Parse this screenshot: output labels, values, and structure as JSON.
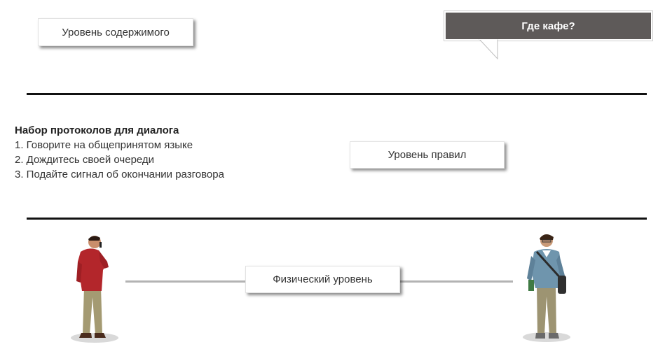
{
  "layers": {
    "content": "Уровень содержимого",
    "rules": "Уровень правил",
    "physical": "Физический уровень"
  },
  "speech_bubble": {
    "text": "Где кафе?"
  },
  "protocols": {
    "title": "Набор протоколов для диалога",
    "items": [
      "1. Говорите на общепринятом языке",
      "2. Дождитесь своей очереди",
      "3. Подайте сигнал об окончании разговора"
    ]
  },
  "colors": {
    "divider": "#111111",
    "bubble_fill": "#5e5a59",
    "link_line": "#b3b3b3",
    "left_person_shirt": "#b3262b",
    "left_person_pants": "#a49a72",
    "right_person_sweater": "#6f95ad",
    "right_person_pants": "#9d9472"
  },
  "icons": {
    "left_person": "person-on-phone-icon",
    "right_person": "student-with-bag-icon"
  }
}
